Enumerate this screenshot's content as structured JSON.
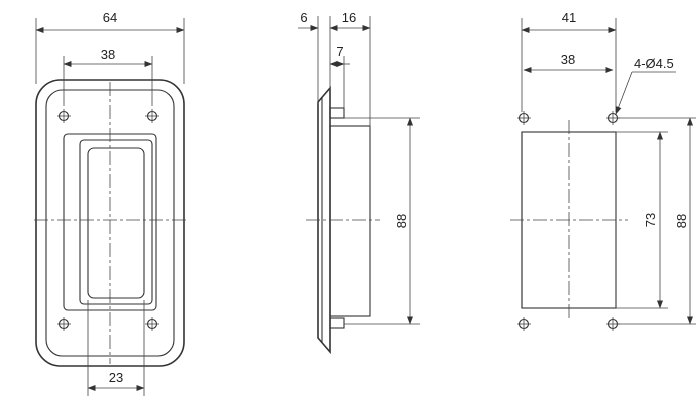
{
  "front_view": {
    "overall_width": "64",
    "hole_spacing": "38",
    "recess_width": "23"
  },
  "side_view": {
    "flange_thickness": "6",
    "total_depth": "16",
    "body_depth": "7",
    "height": "88"
  },
  "back_view": {
    "overall_width": "41",
    "hole_spacing": "38",
    "holes": "4-Ø4.5",
    "body_height": "73",
    "height": "88"
  }
}
